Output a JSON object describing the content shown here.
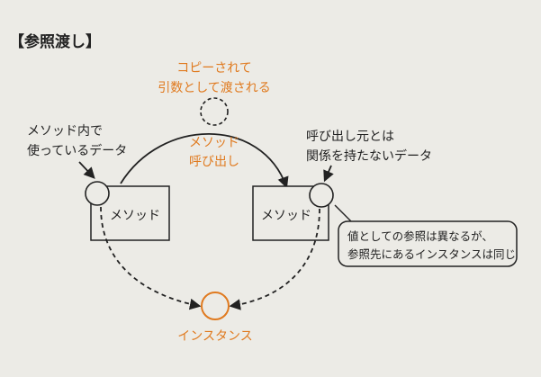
{
  "title": "【参照渡し】",
  "labels": {
    "copied_line1": "コピーされて",
    "copied_line2": "引数として渡される",
    "call_line1": "メソッド",
    "call_line2": "呼び出し",
    "left_data_line1": "メソッド内で",
    "left_data_line2": "使っているデータ",
    "right_data_line1": "呼び出し元とは",
    "right_data_line2": "関係を持たないデータ",
    "left_method": "メソッド",
    "right_method": "メソッド",
    "note_line1": "値としての参照は異なるが、",
    "note_line2": "参照先にあるインスタンスは同じ",
    "instance": "インスタンス"
  },
  "colors": {
    "accent": "#e07a1f",
    "ink": "#222222",
    "background": "#ecebe6",
    "box_fill": "#ecebe6"
  }
}
